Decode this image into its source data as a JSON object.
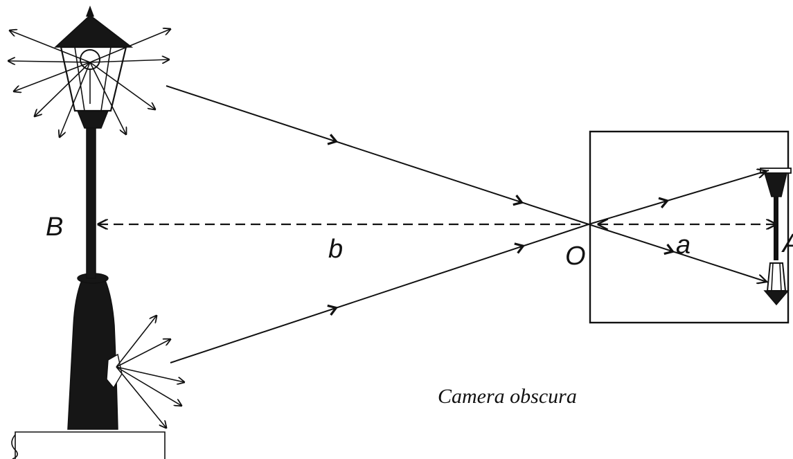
{
  "labels": {
    "B": "B",
    "b": "b",
    "O": "O",
    "a": "a",
    "A": "A",
    "caption": "Camera obscura"
  }
}
